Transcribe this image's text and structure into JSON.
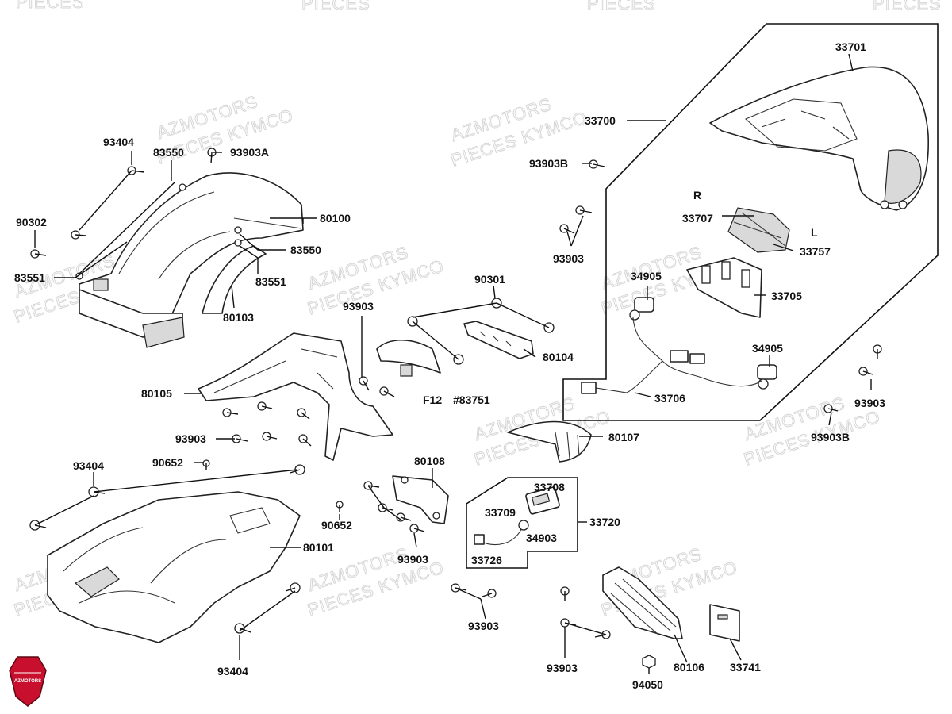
{
  "watermark": {
    "line1": "AZMOTORS",
    "line2": "PIECES KYMCO",
    "top": "PIECES",
    "color": "#d6d6d6"
  },
  "logo": {
    "text": "AZMOTORS",
    "color": "#c8102e"
  },
  "labels": {
    "l33701": "33701",
    "l33700": "33700",
    "l93903B_1": "93903B",
    "lR": "R",
    "lL": "L",
    "l33707": "33707",
    "l33757": "33757",
    "l93903_1": "93903",
    "l34905_1": "34905",
    "l33705": "33705",
    "l34905_2": "34905",
    "l33706": "33706",
    "l93903_2": "93903",
    "l93903B_2": "93903B",
    "l93404_1": "93404",
    "l83550_1": "83550",
    "l93903A": "93903A",
    "l80100": "80100",
    "l90302": "90302",
    "l83550_2": "83550",
    "l83551_1": "83551",
    "l83551_2": "83551",
    "l80103": "80103",
    "l90301": "90301",
    "l93903_3": "93903",
    "l80104": "80104",
    "lF12": "F12",
    "l83751": "#83751",
    "l80105": "80105",
    "l93903_4": "93903",
    "l90652_1": "90652",
    "l80107": "80107",
    "l93404_2": "93404",
    "l80108": "80108",
    "l33708": "33708",
    "l33709": "33709",
    "l33720": "33720",
    "l34903": "34903",
    "l90652_2": "90652",
    "l33726": "33726",
    "l80101": "80101",
    "l93903_5": "93903",
    "l93903_6": "93903",
    "l93404_3": "93404",
    "l93903_7": "93903",
    "l80106": "80106",
    "l33741": "33741",
    "l94050": "94050"
  }
}
